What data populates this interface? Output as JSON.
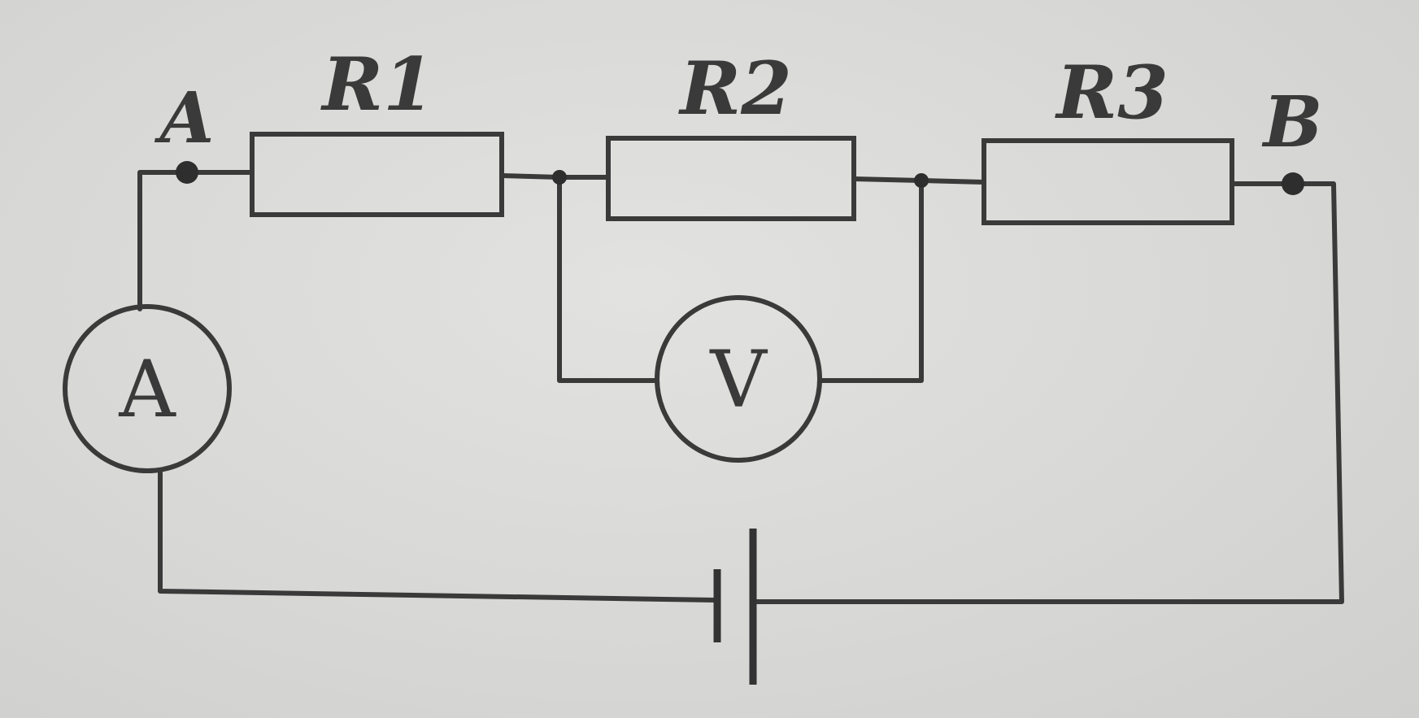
{
  "diagram": {
    "terminals": {
      "a": "A",
      "b": "B"
    },
    "resistors": {
      "r1": "R1",
      "r2": "R2",
      "r3": "R3"
    },
    "meters": {
      "ammeter": "A",
      "voltmeter": "V"
    },
    "components": {
      "battery": "battery-icon"
    },
    "colors": {
      "ink": "#3a3a3a",
      "paper": "#d9d9d7"
    }
  }
}
